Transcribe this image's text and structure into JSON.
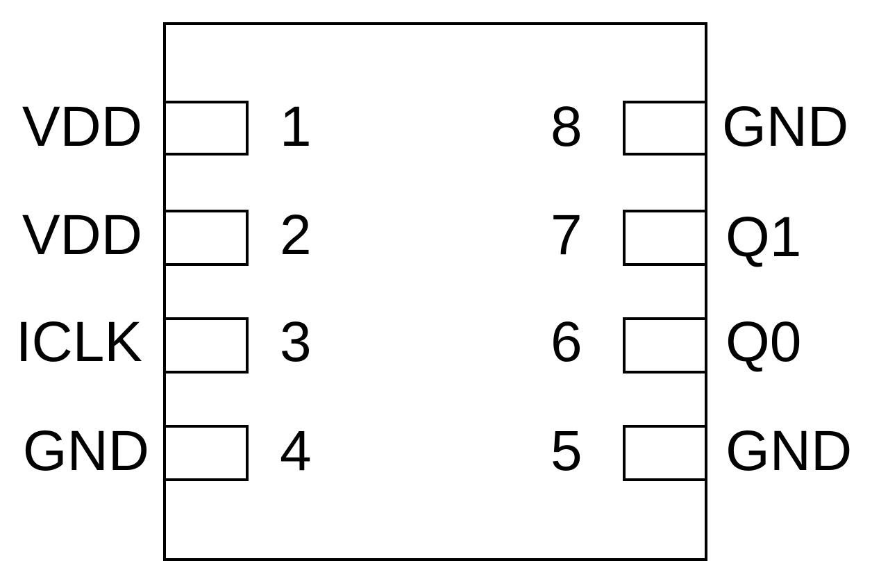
{
  "diagram": {
    "type": "ic-pinout",
    "package": "8-pin",
    "line_color": "#000000",
    "background": "#ffffff",
    "left_pins": [
      {
        "number": "1",
        "name": "VDD"
      },
      {
        "number": "2",
        "name": "VDD"
      },
      {
        "number": "3",
        "name": "ICLK"
      },
      {
        "number": "4",
        "name": "GND"
      }
    ],
    "right_pins": [
      {
        "number": "8",
        "name": "GND"
      },
      {
        "number": "7",
        "name": "Q1"
      },
      {
        "number": "6",
        "name": "Q0"
      },
      {
        "number": "5",
        "name": "GND"
      }
    ]
  }
}
